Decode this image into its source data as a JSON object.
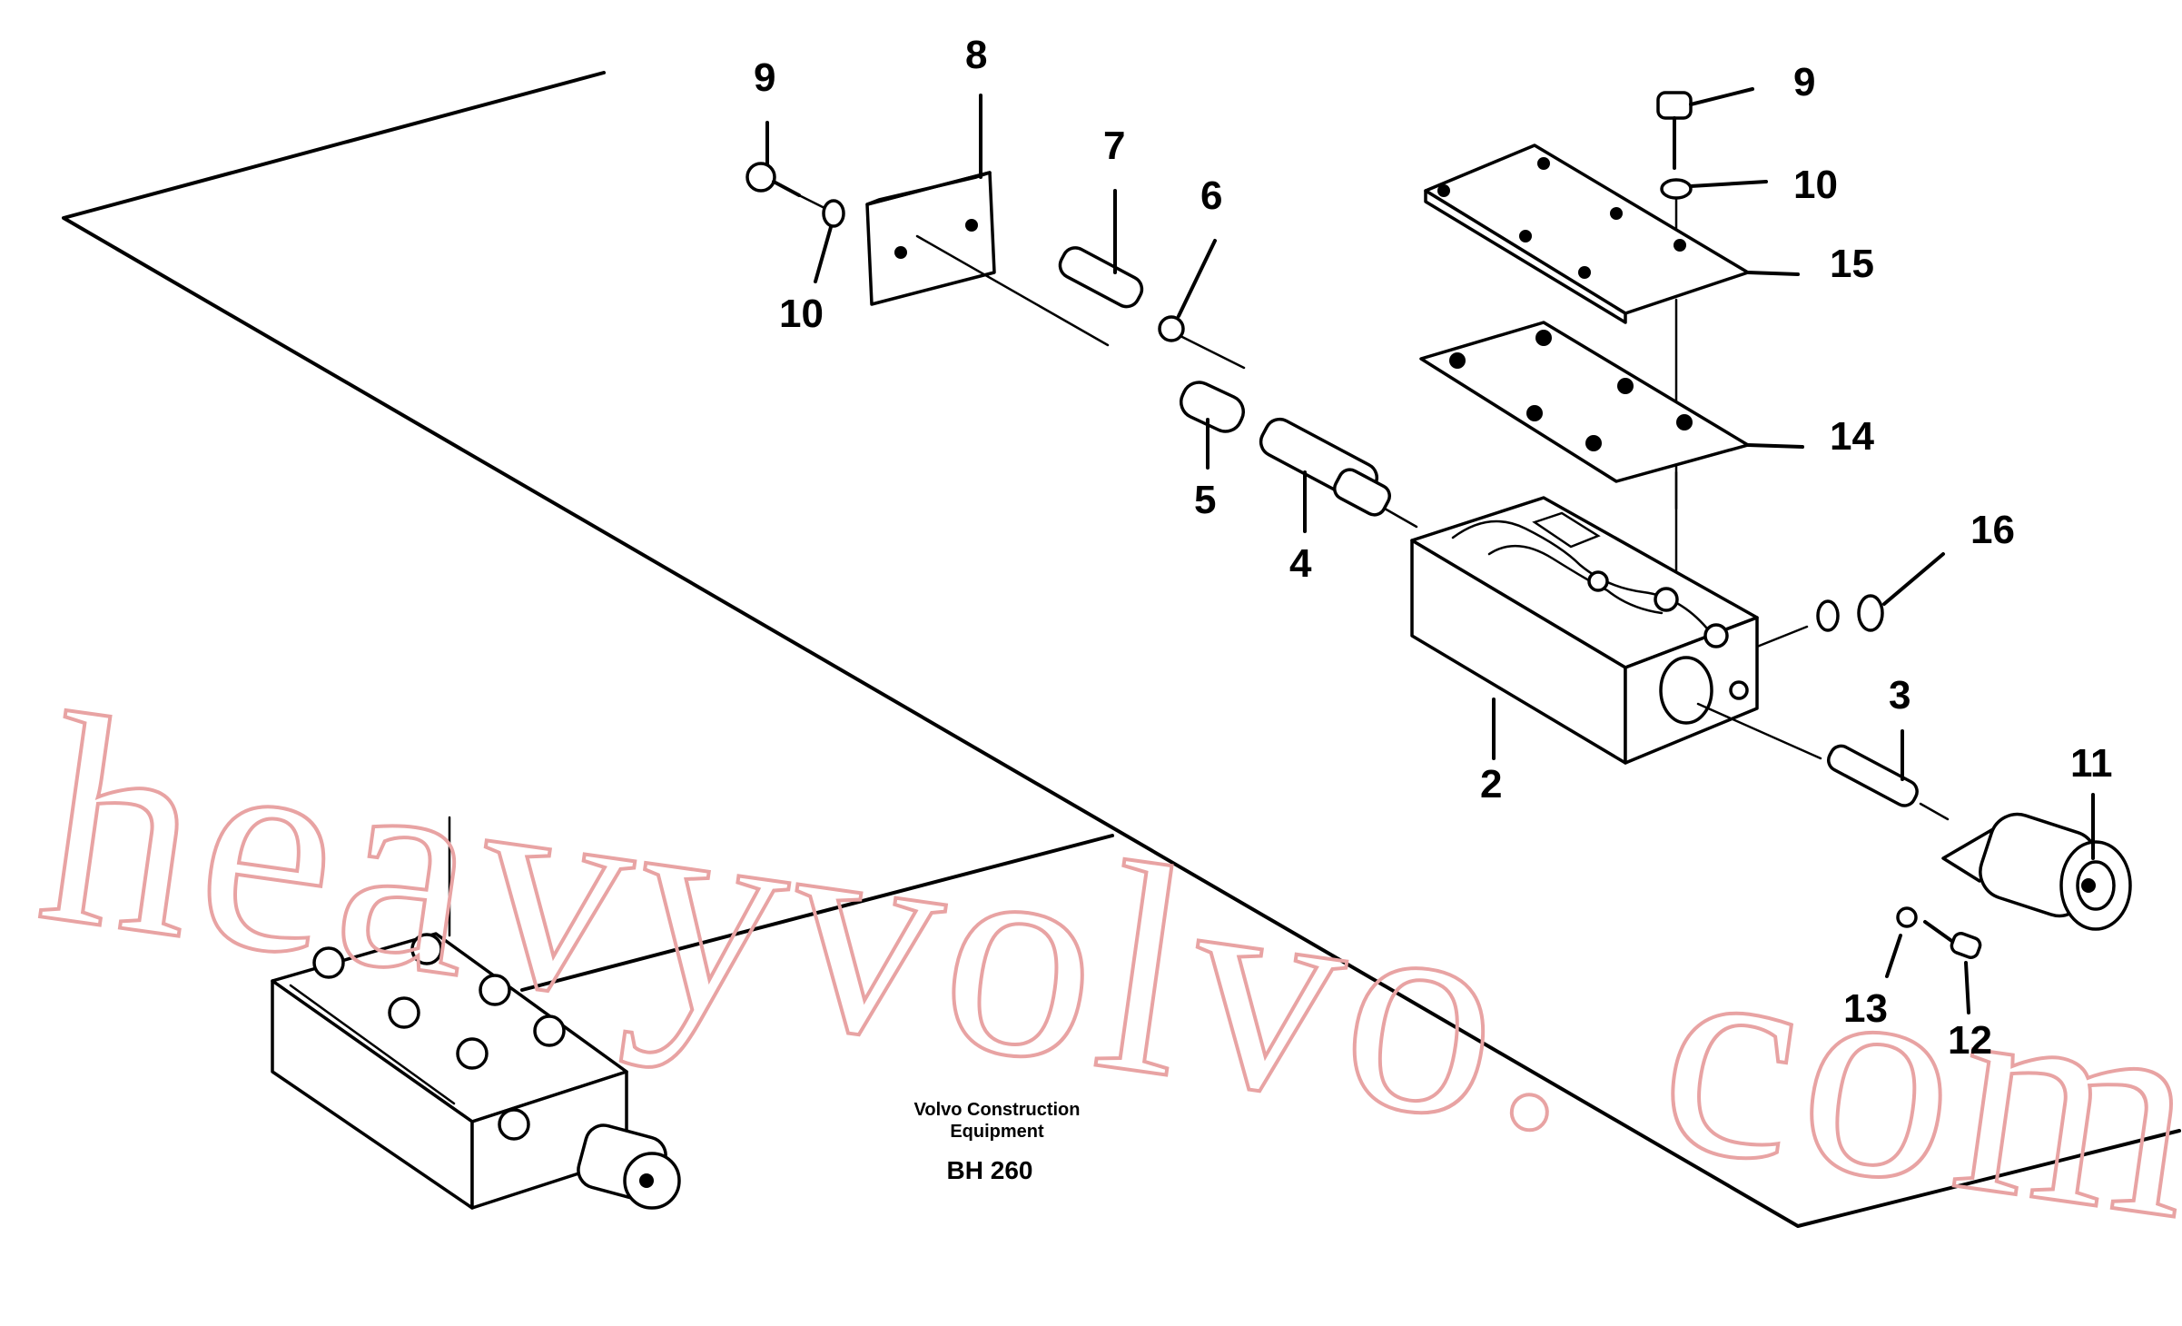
{
  "callouts": {
    "c9a": "9",
    "c8": "8",
    "c7": "7",
    "c6": "6",
    "c10a": "10",
    "c5": "5",
    "c4": "4",
    "c9b": "9",
    "c10b": "10",
    "c15": "15",
    "c14": "14",
    "c16": "16",
    "c2": "2",
    "c3": "3",
    "c11": "11",
    "c13": "13",
    "c12": "12"
  },
  "caption": {
    "company_line1": "Volvo Construction",
    "company_line2": "Equipment",
    "model": "BH 260"
  },
  "watermark": "heavyvolvo. com",
  "colors": {
    "ink": "#000000",
    "watermark": "#e8a3a3",
    "background": "#ffffff"
  }
}
